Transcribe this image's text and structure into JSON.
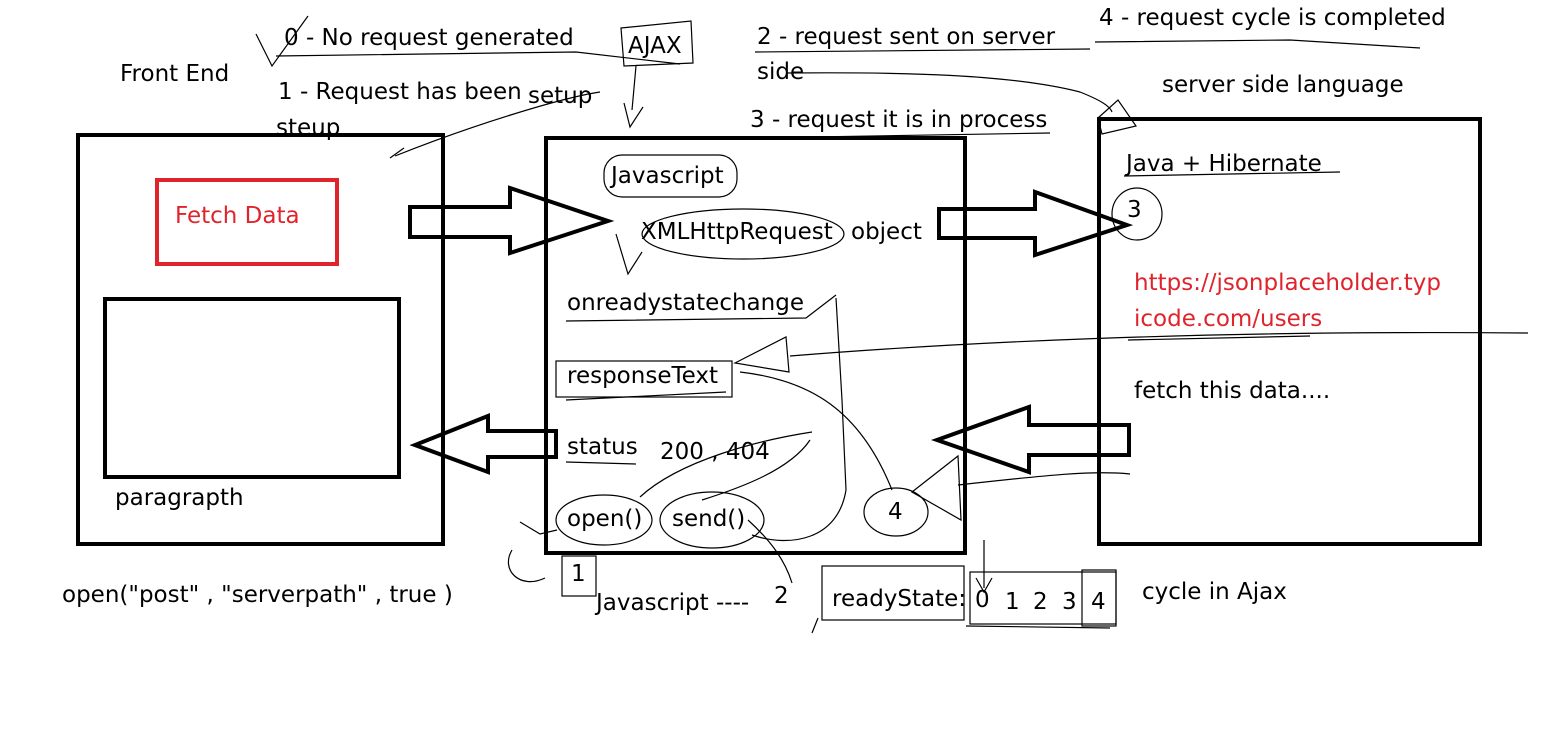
{
  "header": {
    "front_end": "Front End",
    "ajax": "AJAX",
    "state_0": "0 - No request generated",
    "state_1": "1 - Request has been",
    "state_1_setup": "setup",
    "state_1_steup": "steup",
    "state_2": "2 - request sent on server",
    "state_2_side": "side",
    "state_3": "3 - request it is in process",
    "state_4": "4 - request cycle is completed",
    "server_side_language": "server side language"
  },
  "frontend": {
    "fetch_button": "Fetch Data",
    "paragraph_label": "paragrapth",
    "open_call": "open(\"post\" , \"serverpath\" , true )"
  },
  "ajax_box": {
    "javascript": "Javascript",
    "xhr": "XMLHttpRequest",
    "object": "object",
    "onreadystatechange": "onreadystatechange",
    "response_text": "responseText",
    "status": "status",
    "status_codes": "200 , 404",
    "open": "open()",
    "send": "send()",
    "four": "4"
  },
  "bottom": {
    "one": "1",
    "javascript_dashes": "Javascript ----",
    "two": "2",
    "ready_state": "readyState:",
    "states": [
      "0",
      "1",
      "2",
      "3",
      "4"
    ],
    "cycle": "cycle in Ajax"
  },
  "server": {
    "java_hibernate": "Java + Hibernate",
    "three": "3",
    "url_line1": "https://jsonplaceholder.typ",
    "url_line2": "icode.com/users",
    "fetch_this": "fetch this data...."
  },
  "colors": {
    "accent_red": "#e0242b",
    "ink": "#000000"
  }
}
